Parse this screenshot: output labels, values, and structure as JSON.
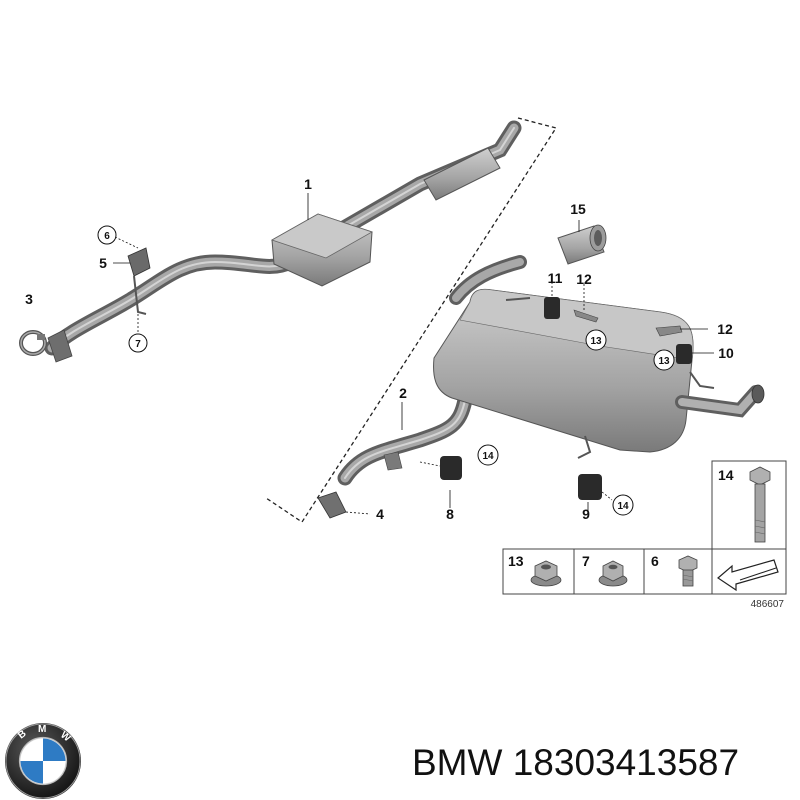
{
  "diagram": {
    "document_number": "486607",
    "parts": [
      {
        "label": "1"
      },
      {
        "label": "2"
      },
      {
        "label": "3"
      },
      {
        "label": "4"
      },
      {
        "label": "5"
      },
      {
        "label": "6"
      },
      {
        "label": "7"
      },
      {
        "label": "8"
      },
      {
        "label": "9"
      },
      {
        "label": "10"
      },
      {
        "label": "11"
      },
      {
        "label": "12"
      },
      {
        "label": "12"
      },
      {
        "label": "13"
      },
      {
        "label": "13"
      },
      {
        "label": "14"
      },
      {
        "label": "14"
      },
      {
        "label": "15"
      }
    ],
    "hardware_table": [
      {
        "label": "13"
      },
      {
        "label": "7"
      },
      {
        "label": "6"
      },
      {
        "label": "14"
      }
    ]
  },
  "footer": {
    "brand": "BMW",
    "part_number": "18303413587",
    "logo_letters": "BMW"
  },
  "colors": {
    "pipe": "#8a8a8a",
    "pipe_dark": "#6b6b6b",
    "muffler": "#a7a7a7",
    "rubber": "#2a2a2a",
    "logo_blue": "#2e7bc4"
  }
}
